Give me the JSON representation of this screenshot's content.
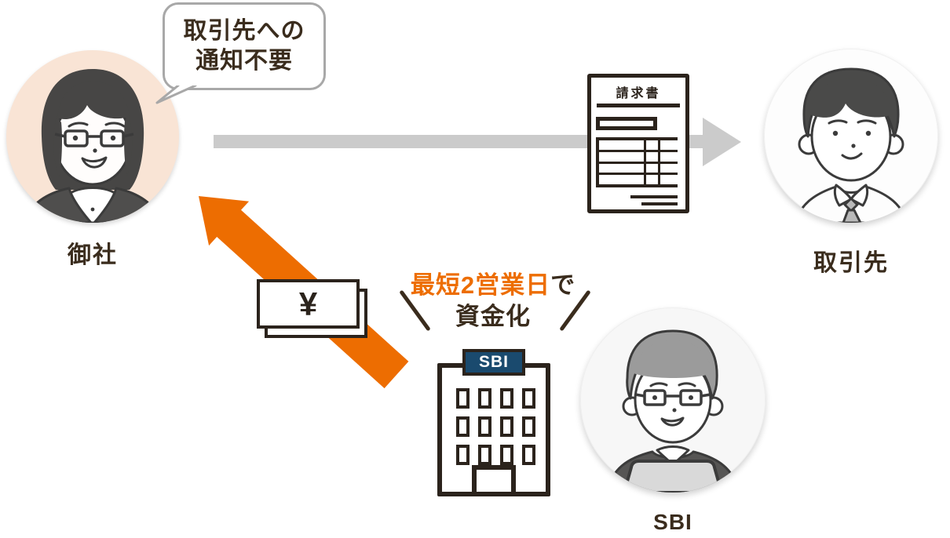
{
  "colors": {
    "orange": "#ed6d01",
    "text_dark": "#3a2c1d",
    "outline": "#2b231c",
    "navy": "#1a4a6e",
    "gray_arrow": "#cbcbcb",
    "peach": "#f9e4d5"
  },
  "bubble": {
    "line1": "取引先への",
    "line2": "通知不要"
  },
  "actors": {
    "company": {
      "label": "御社"
    },
    "client": {
      "label": "取引先"
    },
    "sbi_person": {
      "label": "SBI"
    }
  },
  "invoice": {
    "title": "請求書"
  },
  "building": {
    "sign": "SBI"
  },
  "funding_note": {
    "highlight": "最短2営業日",
    "suffix": "で",
    "line2": "資金化"
  },
  "money": {
    "symbol": "¥"
  }
}
